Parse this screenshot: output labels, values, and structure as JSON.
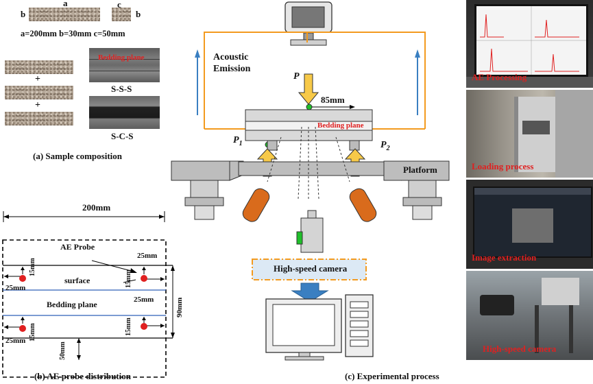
{
  "panel_a": {
    "label_a": "a",
    "label_b_left": "b",
    "label_c": "c",
    "label_b_right": "b",
    "dims": "a=200mm  b=30mm  c=50mm",
    "plus1": "+",
    "plus2": "+",
    "bedding_plane": "Bedding plane",
    "sss": "S-S-S",
    "scs": "S-C-S",
    "caption": "(a) Sample composition"
  },
  "panel_b": {
    "width_label": "200mm",
    "ae_probe": "AE Probe",
    "surface": "surface",
    "bedding_plane": "Bedding plane",
    "d25_left_top": "25mm",
    "d25_right_top": "25mm",
    "d25_mid": "25mm",
    "d25_left_bottom": "25mm",
    "d15_a": "15mm",
    "d15_b": "15mm",
    "d15_c": "15mm",
    "d15_d": "15mm",
    "d90": "90mm",
    "d50": "50mm",
    "caption": "(b) AE probe distribution"
  },
  "panel_c": {
    "acoustic": "Acoustic",
    "emission": "Emission",
    "p": "P",
    "d85": "85mm",
    "bedding_plane": "Bedding plane",
    "p1": "P",
    "p1_sub": "1",
    "p2": "P",
    "p2_sub": "2",
    "platform": "Platform",
    "camera": "High-speed camera",
    "caption": "(c) Experimental process"
  },
  "photos": {
    "p1": "AE Processing",
    "p2": "Loading process",
    "p3": "Image extraction",
    "p4": "High-speed camera"
  },
  "colors": {
    "orange_frame": "#f39a1e",
    "blue_arrow": "#3a7fc1",
    "yellow_arrow": "#f7c948",
    "probe_red": "#e02020",
    "lamp_orange": "#d96b1c",
    "sensor_green": "#1fbf2a"
  }
}
